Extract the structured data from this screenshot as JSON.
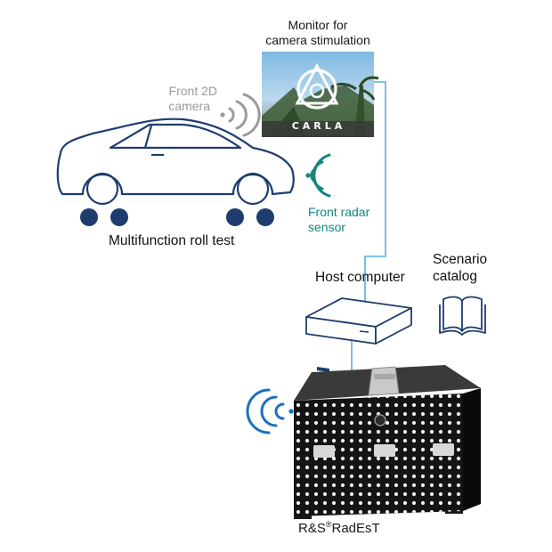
{
  "labels": {
    "monitor_line1": "Monitor for",
    "monitor_line2": "camera stimulation",
    "camera_line1": "Front 2D",
    "camera_line2": "camera",
    "radar_line1": "Front radar",
    "radar_line2": "sensor",
    "roll_test": "Multifunction roll test",
    "host_computer": "Host computer",
    "scenario_line1": "Scenario",
    "scenario_line2": "catalog",
    "radest_prefix": "R&S",
    "radest_reg": "®",
    "radest_name": "RadEsT"
  },
  "monitor_logo": "CARLA",
  "colors": {
    "navy": "#1e3d6e",
    "teal": "#15867e",
    "blue": "#1c6fbf",
    "line_blue": "#5aaee0",
    "gray": "#9a9a9a"
  }
}
